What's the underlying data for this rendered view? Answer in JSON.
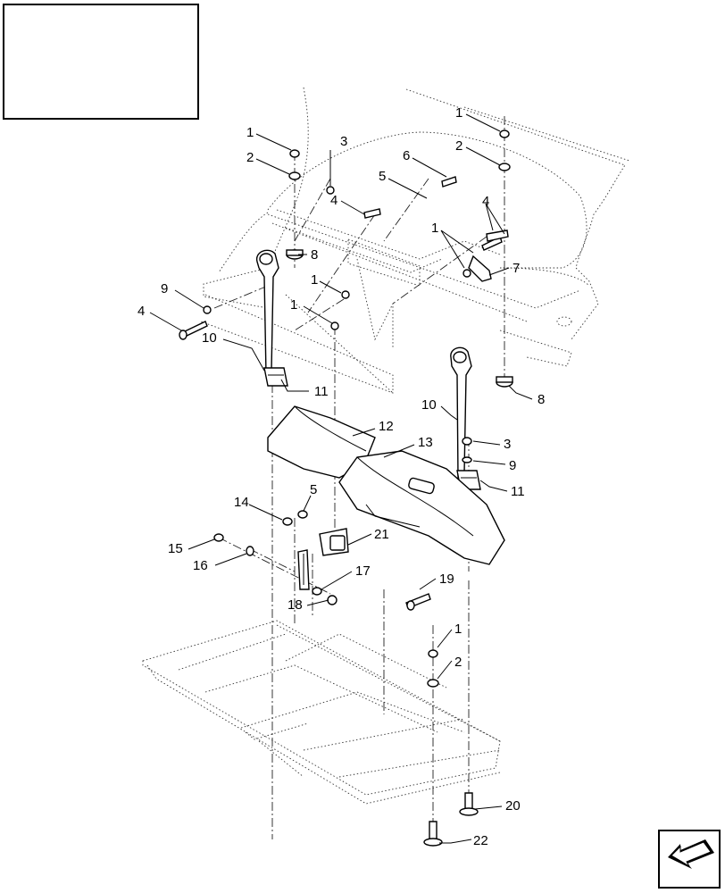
{
  "callouts": {
    "c1a": "1",
    "c2a": "2",
    "c1b": "1",
    "c2b": "2",
    "c3a": "3",
    "c6": "6",
    "c5a": "5",
    "c4a": "4",
    "c4b": "4",
    "c1c": "1",
    "c8a": "8",
    "c7": "7",
    "c9a": "9",
    "c1d": "1",
    "c4c": "4",
    "c1e": "1",
    "c10a": "10",
    "c11a": "11",
    "c8b": "8",
    "c10b": "10",
    "c12": "12",
    "c13": "13",
    "c3b": "3",
    "c9b": "9",
    "c11b": "11",
    "c14": "14",
    "c5b": "5",
    "c21": "21",
    "c15": "15",
    "c16": "16",
    "c17": "17",
    "c19": "19",
    "c18": "18",
    "c1f": "1",
    "c2c": "2",
    "c20": "20",
    "c22": "22"
  },
  "icons": {
    "nav": "arrow-back-icon"
  },
  "colors": {
    "line": "#000000",
    "background": "#ffffff"
  }
}
